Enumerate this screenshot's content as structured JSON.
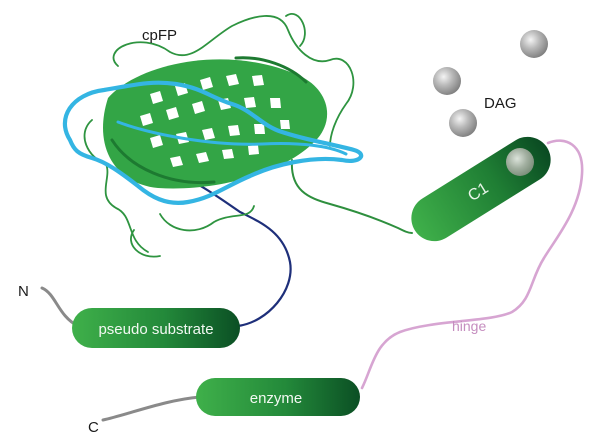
{
  "labels": {
    "cpfp": "cpFP",
    "dag": "DAG",
    "c1": "C1",
    "n_terminus": "N",
    "c_terminus": "C",
    "pseudo_substrate": "pseudo substrate",
    "hinge": "hinge",
    "enzyme": "enzyme"
  },
  "colors": {
    "green_light": "#3aa444",
    "green_dark": "#0c5d2a",
    "cyan_loop": "#34b5e3",
    "navy_linker": "#1e2f7a",
    "green_linker": "#2e8f3e",
    "hinge_pink": "#d7a5d2",
    "gray_terminus": "#8a8a8a",
    "dag_sphere": "#9a9a9a"
  }
}
